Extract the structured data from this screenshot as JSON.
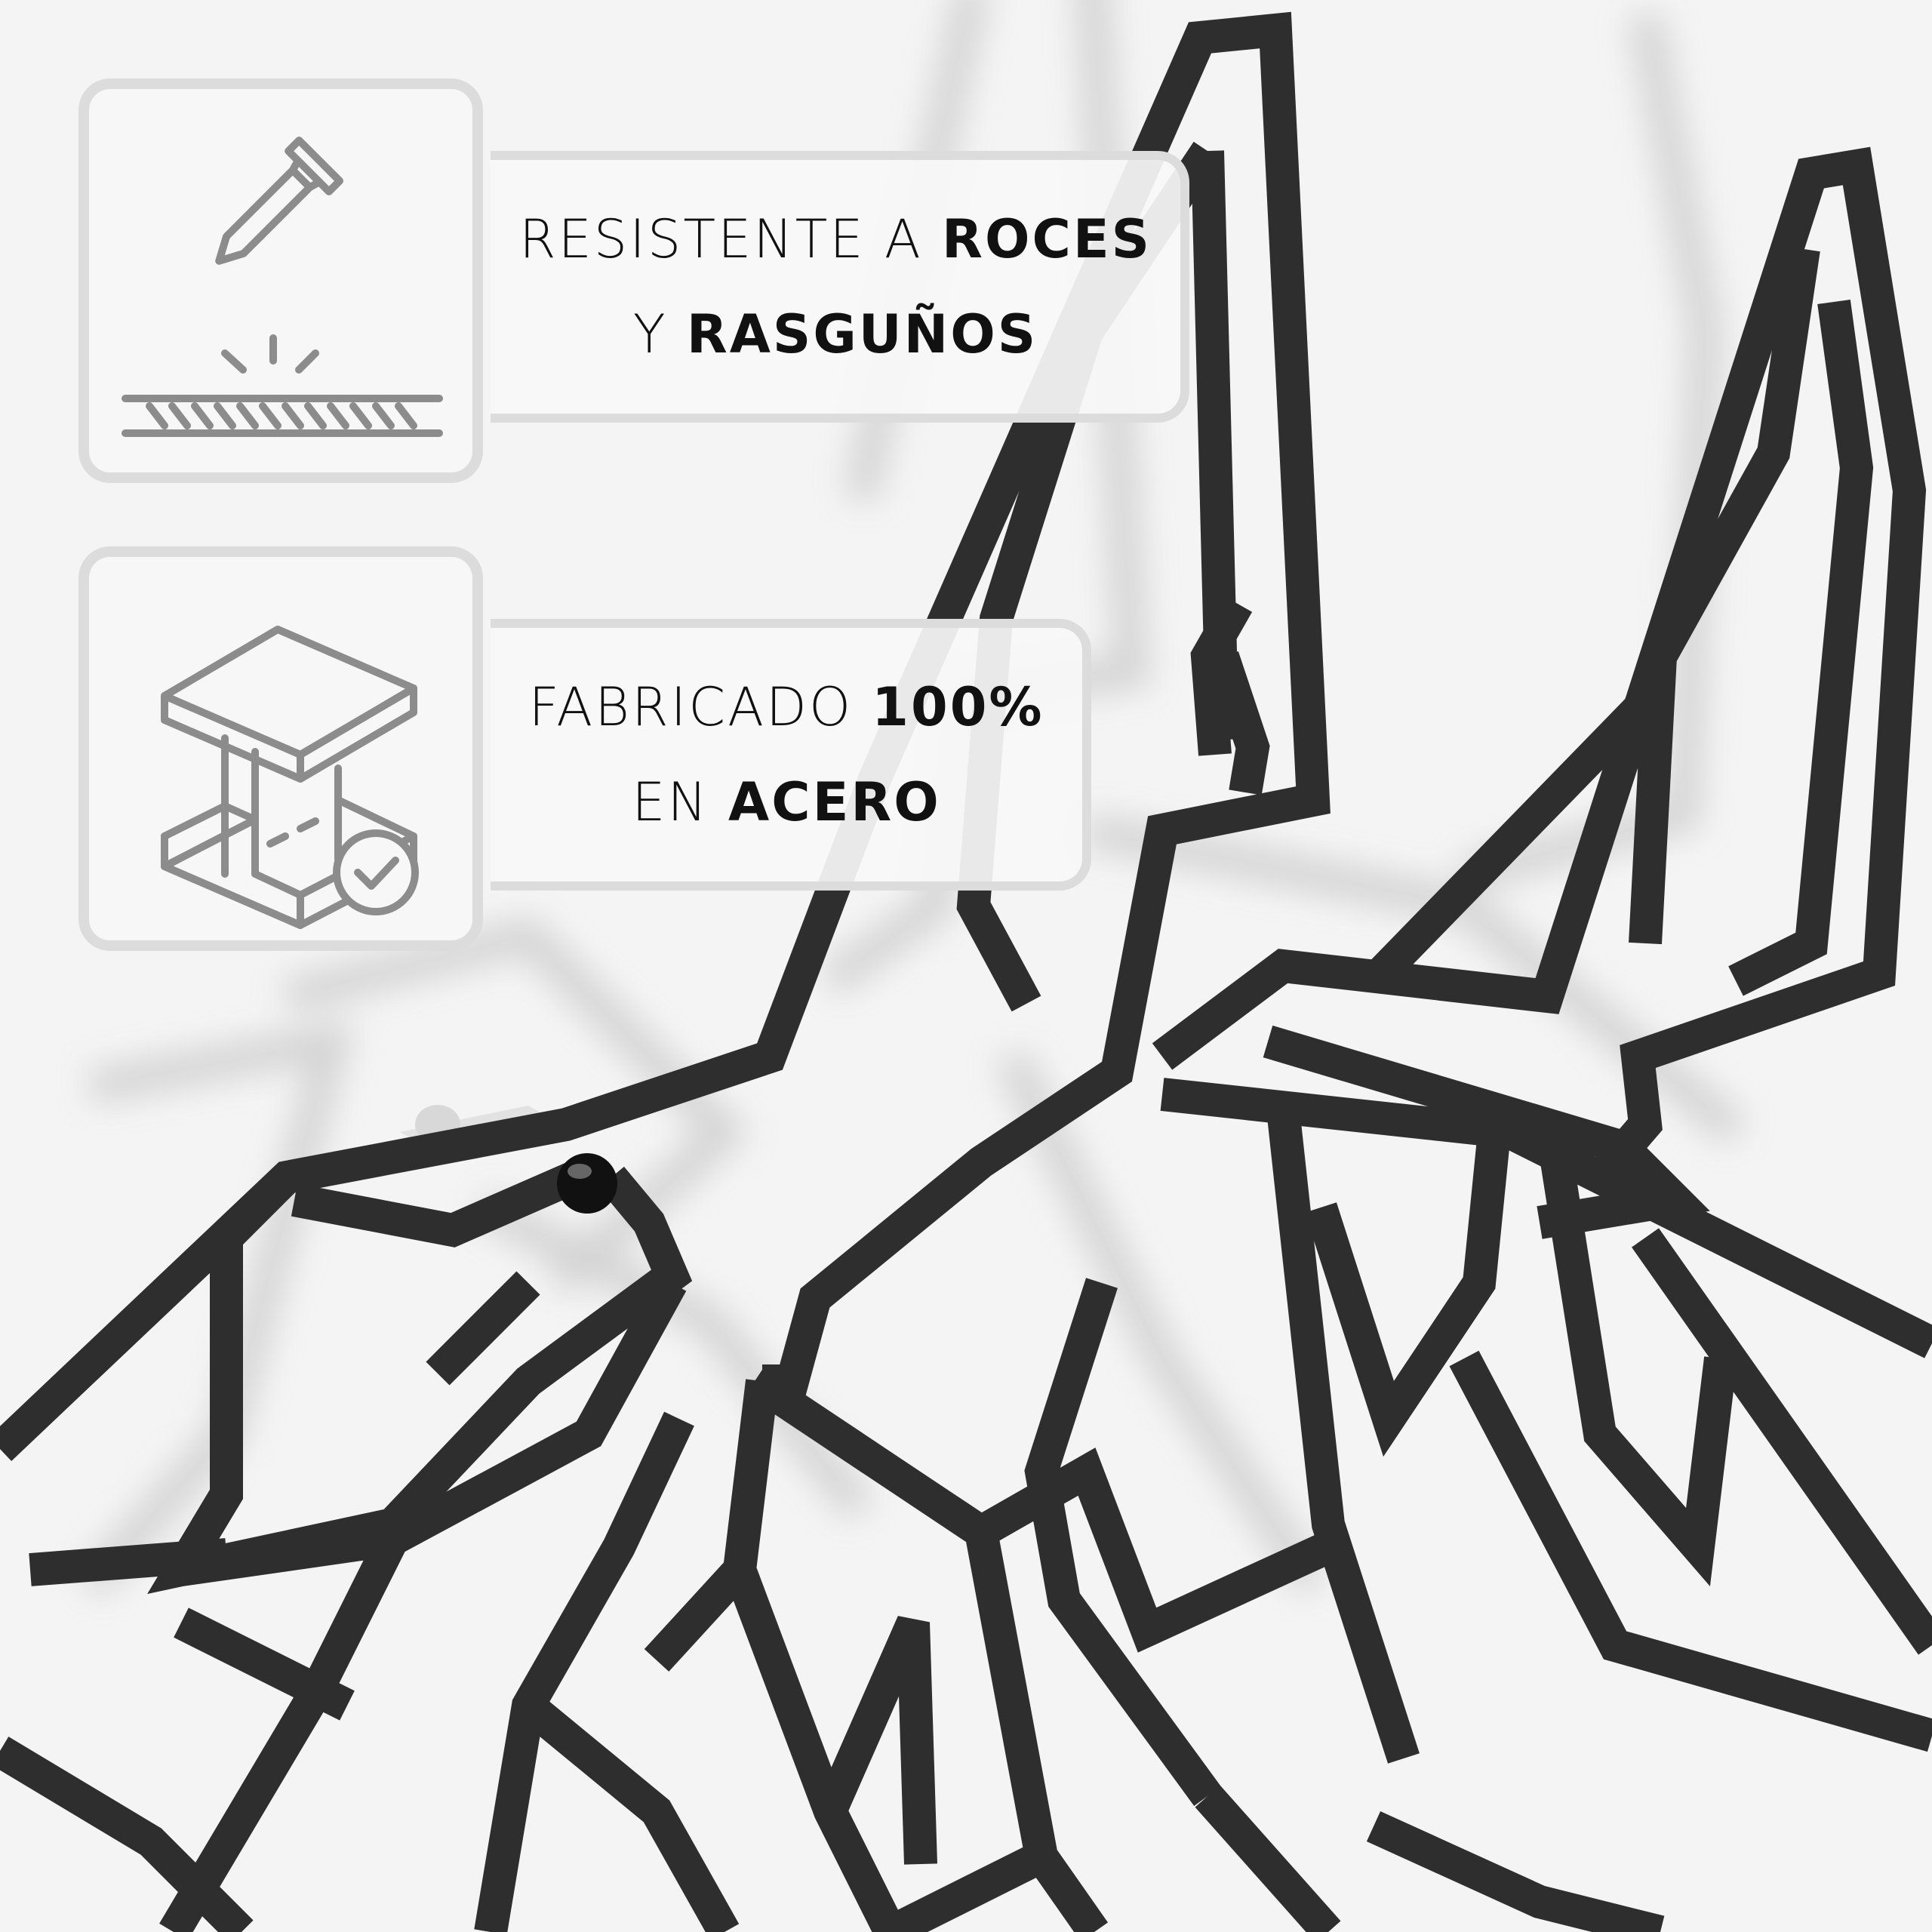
{
  "feature_1": {
    "line_1": {
      "normal": "RESISTENTE A ",
      "bold": "ROCES"
    },
    "line_2": {
      "normal": "Y ",
      "bold": "RASGUÑOS"
    },
    "icon": "nail-scratch-icon"
  },
  "feature_2": {
    "line_1": {
      "normal": "FABRICADO ",
      "bold": "100%"
    },
    "line_2": {
      "normal": "EN ",
      "bold": "ACERO"
    },
    "icon": "steel-beam-check-icon"
  },
  "colors": {
    "metal": "#2e2e2e",
    "shadow": "#cfcfcf",
    "background": "#f4f4f4",
    "icon_stroke": "#8c8c8c",
    "panel_border": "#dcdcdc"
  }
}
